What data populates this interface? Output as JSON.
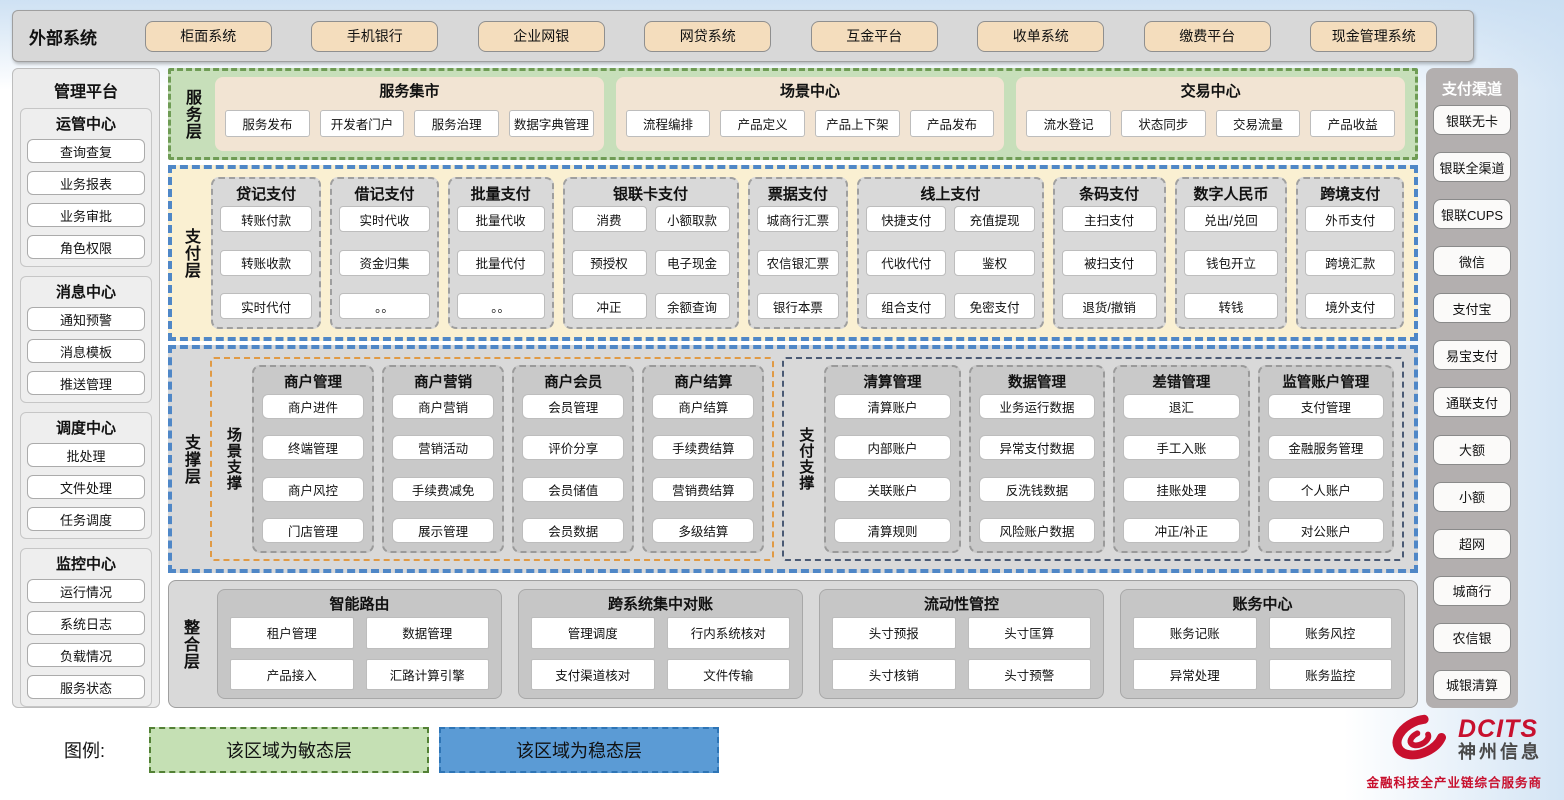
{
  "external_systems": {
    "title": "外部系统",
    "items": [
      "柜面系统",
      "手机银行",
      "企业网银",
      "网贷系统",
      "互金平台",
      "收单系统",
      "缴费平台",
      "现金管理系统"
    ]
  },
  "management_platform": {
    "title": "管理平台",
    "groups": [
      {
        "title": "运管中心",
        "items": [
          "查询查复",
          "业务报表",
          "业务审批",
          "角色权限"
        ]
      },
      {
        "title": "消息中心",
        "items": [
          "通知预警",
          "消息模板",
          "推送管理"
        ]
      },
      {
        "title": "调度中心",
        "items": [
          "批处理",
          "文件处理",
          "任务调度"
        ]
      },
      {
        "title": "监控中心",
        "items": [
          "运行情况",
          "系统日志",
          "负载情况",
          "服务状态"
        ]
      }
    ]
  },
  "service_layer": {
    "label": "服务层",
    "groups": [
      {
        "title": "服务集市",
        "items": [
          "服务发布",
          "开发者门户",
          "服务治理",
          "数据字典管理"
        ]
      },
      {
        "title": "场景中心",
        "items": [
          "流程编排",
          "产品定义",
          "产品上下架",
          "产品发布"
        ]
      },
      {
        "title": "交易中心",
        "items": [
          "流水登记",
          "状态同步",
          "交易流量",
          "产品收益"
        ]
      }
    ]
  },
  "payment_layer": {
    "label": "支付层",
    "columns": [
      {
        "title": "贷记支付",
        "items": [
          "转账付款",
          "转账收款",
          "实时代付"
        ]
      },
      {
        "title": "借记支付",
        "items": [
          "实时代收",
          "资金归集",
          "。。"
        ]
      },
      {
        "title": "批量支付",
        "items": [
          "批量代收",
          "批量代付",
          "。。"
        ]
      },
      {
        "title": "银联卡支付",
        "items": [
          "消费",
          "小额取款",
          "预授权",
          "电子现金",
          "冲正",
          "余额查询"
        ]
      },
      {
        "title": "票据支付",
        "items": [
          "城商行汇票",
          "农信银汇票",
          "银行本票"
        ]
      },
      {
        "title": "线上支付",
        "items": [
          "快捷支付",
          "充值提现",
          "代收代付",
          "鉴权",
          "组合支付",
          "免密支付"
        ]
      },
      {
        "title": "条码支付",
        "items": [
          "主扫支付",
          "被扫支付",
          "退货/撤销"
        ]
      },
      {
        "title": "数字人民币",
        "items": [
          "兑出/兑回",
          "钱包开立",
          "转钱"
        ]
      },
      {
        "title": "跨境支付",
        "items": [
          "外币支付",
          "跨境汇款",
          "境外支付"
        ]
      }
    ]
  },
  "support_layer": {
    "label": "支撑层",
    "sections": [
      {
        "label": "场景支撑",
        "groups": [
          {
            "title": "商户管理",
            "items": [
              "商户进件",
              "终端管理",
              "商户风控",
              "门店管理"
            ]
          },
          {
            "title": "商户营销",
            "items": [
              "商户营销",
              "营销活动",
              "手续费减免",
              "展示管理"
            ]
          },
          {
            "title": "商户会员",
            "items": [
              "会员管理",
              "评价分享",
              "会员储值",
              "会员数据"
            ]
          },
          {
            "title": "商户结算",
            "items": [
              "商户结算",
              "手续费结算",
              "营销费结算",
              "多级结算"
            ]
          }
        ]
      },
      {
        "label": "支付支撑",
        "groups": [
          {
            "title": "清算管理",
            "items": [
              "清算账户",
              "内部账户",
              "关联账户",
              "清算规则"
            ]
          },
          {
            "title": "数据管理",
            "items": [
              "业务运行数据",
              "异常支付数据",
              "反洗钱数据",
              "风险账户数据"
            ]
          },
          {
            "title": "差错管理",
            "items": [
              "退汇",
              "手工入账",
              "挂账处理",
              "冲正/补正"
            ]
          },
          {
            "title": "监管账户管理",
            "items": [
              "支付管理",
              "金融服务管理",
              "个人账户",
              "对公账户"
            ]
          }
        ]
      }
    ]
  },
  "integration_layer": {
    "label": "整合层",
    "groups": [
      {
        "title": "智能路由",
        "items": [
          "租户管理",
          "数据管理",
          "产品接入",
          "汇路计算引擎"
        ]
      },
      {
        "title": "跨系统集中对账",
        "items": [
          "管理调度",
          "行内系统核对",
          "支付渠道核对",
          "文件传输"
        ]
      },
      {
        "title": "流动性管控",
        "items": [
          "头寸预报",
          "头寸匡算",
          "头寸核销",
          "头寸预警"
        ]
      },
      {
        "title": "账务中心",
        "items": [
          "账务记账",
          "账务风控",
          "异常处理",
          "账务监控"
        ]
      }
    ]
  },
  "payment_channels": {
    "title": "支付渠道",
    "items": [
      "银联无卡",
      "银联全渠道",
      "银联CUPS",
      "微信",
      "支付宝",
      "易宝支付",
      "通联支付",
      "大额",
      "小额",
      "超网",
      "城商行",
      "农信银",
      "城银清算"
    ]
  },
  "legend": {
    "label": "图例:",
    "agile": "该区域为敏态层",
    "stable": "该区域为稳态层"
  },
  "logo": {
    "name": "DCITS",
    "company": "神州信息",
    "tagline": "金融科技全产业链综合服务商"
  },
  "colors": {
    "agile_green": "#c5e0b4",
    "stable_blue": "#5b9bd5",
    "scene_orange": "#e09a45",
    "brand_red": "#c8102e"
  }
}
